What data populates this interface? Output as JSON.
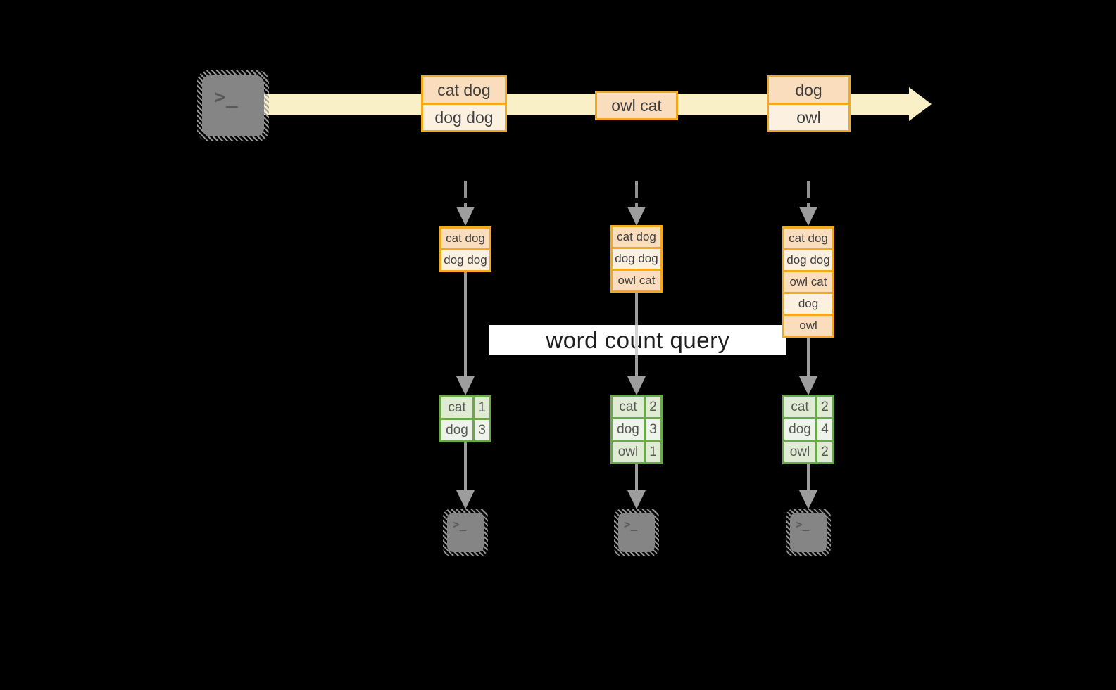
{
  "diagram": {
    "title_label": "word count query",
    "terminal_glyph": ">_",
    "stream": {
      "events": [
        {
          "rows": [
            "cat dog",
            "dog dog"
          ]
        },
        {
          "rows": [
            "owl cat"
          ]
        },
        {
          "rows": [
            "dog",
            "owl"
          ]
        }
      ]
    },
    "columns": [
      {
        "buffer": [
          "cat dog",
          "dog dog"
        ],
        "counts": [
          {
            "word": "cat",
            "count": "1"
          },
          {
            "word": "dog",
            "count": "3"
          }
        ]
      },
      {
        "buffer": [
          "cat dog",
          "dog dog",
          "owl cat"
        ],
        "counts": [
          {
            "word": "cat",
            "count": "2"
          },
          {
            "word": "dog",
            "count": "3"
          },
          {
            "word": "owl",
            "count": "1"
          }
        ]
      },
      {
        "buffer": [
          "cat dog",
          "dog dog",
          "owl cat",
          "dog",
          "owl"
        ],
        "counts": [
          {
            "word": "cat",
            "count": "2"
          },
          {
            "word": "dog",
            "count": "4"
          },
          {
            "word": "owl",
            "count": "2"
          }
        ]
      }
    ],
    "colors": {
      "accent_orange": "#F2A91E",
      "fill_peach": "#FADDBC",
      "fill_cream": "#FCF1E1",
      "stream_band": "#FAF0C8",
      "accent_green": "#6DA74B",
      "fill_green_dark": "#DFEBD2",
      "fill_green_light": "#EFF4EA",
      "connector_gray": "#9D9D9D",
      "background": "#000000"
    }
  }
}
